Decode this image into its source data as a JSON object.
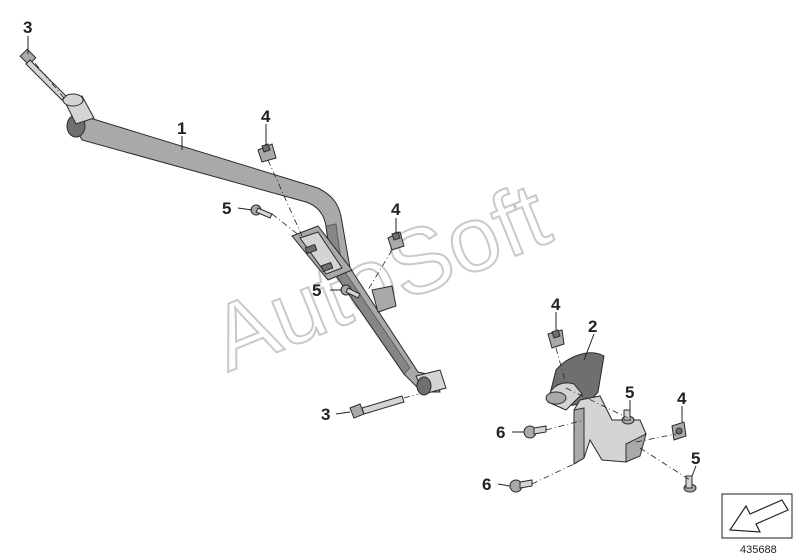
{
  "watermark": "AutoSoft",
  "diagram_id": "435688",
  "callouts": {
    "bar": "1",
    "bracket": "2",
    "bolt_top": "3",
    "bolt_bottom": "3",
    "nut_a": "4",
    "nut_b": "4",
    "nut_c": "4",
    "nut_d": "4",
    "screw_a": "5",
    "screw_b": "5",
    "screw_c": "5",
    "screw_d": "5",
    "screw_e": "6",
    "screw_f": "6"
  }
}
